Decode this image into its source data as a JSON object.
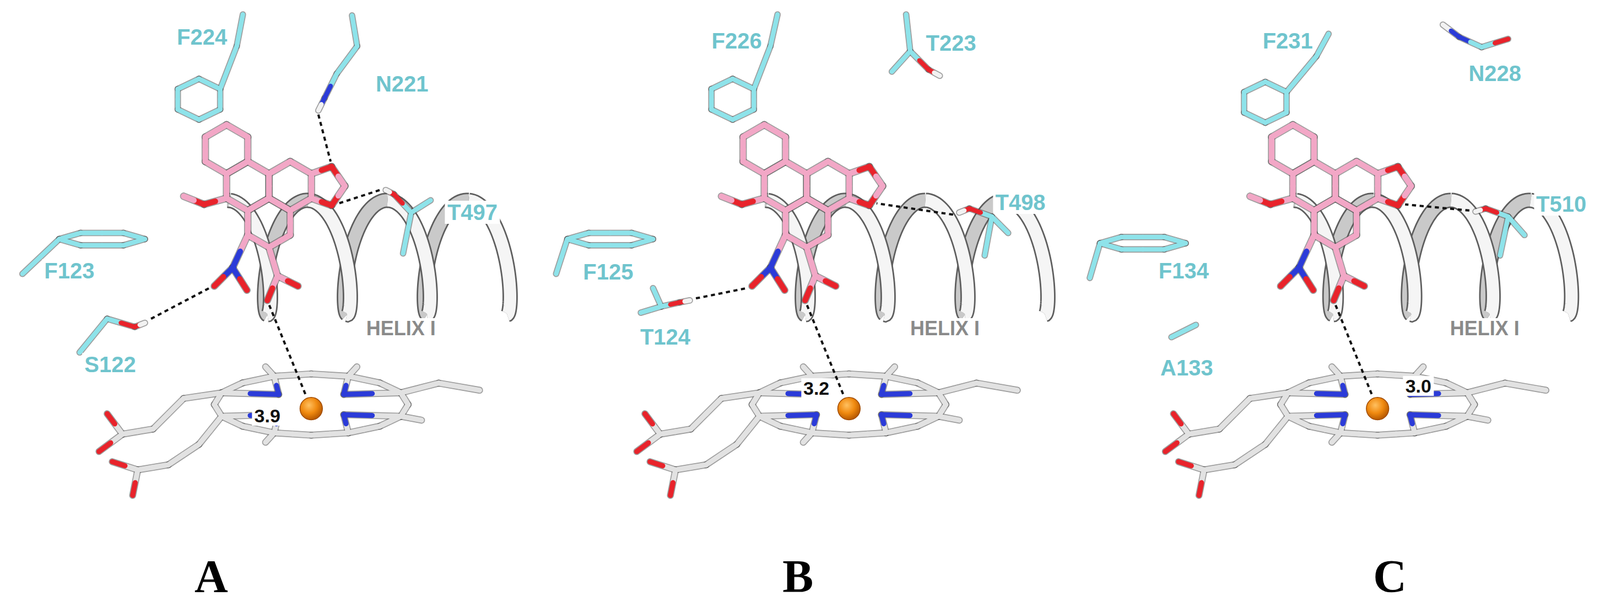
{
  "diagram": {
    "labels": [
      "F224",
      "N221",
      "F123",
      "T497",
      "S122",
      "HELIX I",
      "3.9",
      "A",
      "F226",
      "T223",
      "T498",
      "F125",
      "T124",
      "HELIX I",
      "3.2",
      "B",
      "F231",
      "N228",
      "T510",
      "F134",
      "A133",
      "HELIX I",
      "3.0",
      "C"
    ]
  }
}
